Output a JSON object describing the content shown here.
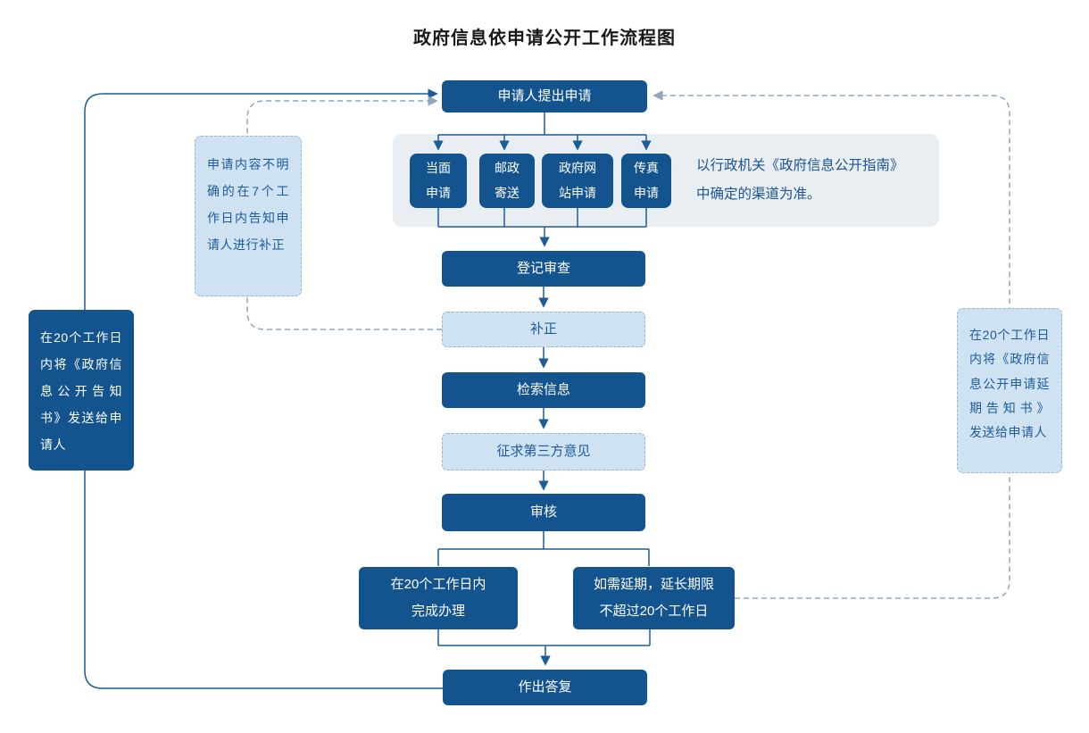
{
  "title": "政府信息依申请公开工作流程图",
  "colors": {
    "node_dark_blue": "#13548f",
    "node_light_blue_fill": "#cfe2f2",
    "node_light_blue_border": "#9cb6cf",
    "panel_gray": "#e9eef2",
    "solid_connector": "#1d5c97",
    "dashed_connector": "#8fa6bb",
    "note_text_blue": "#19568f",
    "title_text": "#1a1a1a"
  },
  "nodes": {
    "apply": "申请人提出申请",
    "channels": [
      "当面\n申请",
      "邮政\n寄送",
      "政府网\n站申请",
      "传真\n申请"
    ],
    "register": "登记审查",
    "correction": "补正",
    "search": "检索信息",
    "third_party": "征求第三方意见",
    "review": "审核",
    "complete": "在20个工作日内\n完成办理",
    "extend": "如需延期，延长期限\n不超过20个工作日",
    "reply": "作出答复"
  },
  "annotations": {
    "channel_note": "以行政机关《政府信息公开指南》\n中确定的渠道为准。",
    "left_solid_note": "在20个工作日内将《政府信息公开告知书》发送给申请人",
    "left_dashed_note": "申请内容不明确的在7个工作日内告知申请人进行补正",
    "right_dashed_note": "在20个工作日内将《政府信息公开申请延期告知书》 发送给申请人"
  }
}
